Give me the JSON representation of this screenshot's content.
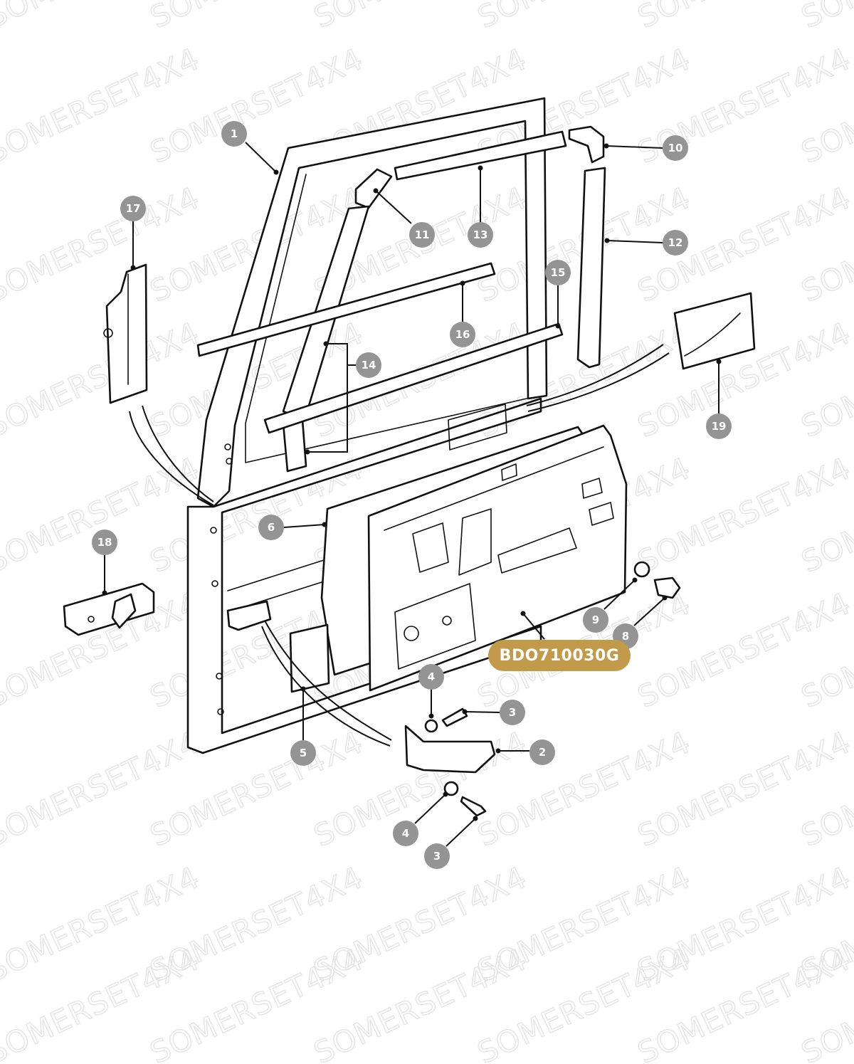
{
  "watermark": {
    "text": "SOMERSET4X4"
  },
  "reference": {
    "code": "BDO710030G",
    "color": "#c19a4a"
  },
  "callout_color": "#949494",
  "callouts": [
    {
      "id": "c1",
      "label": "1"
    },
    {
      "id": "c17",
      "label": "17"
    },
    {
      "id": "c11",
      "label": "11"
    },
    {
      "id": "c13",
      "label": "13"
    },
    {
      "id": "c10",
      "label": "10"
    },
    {
      "id": "c12",
      "label": "12"
    },
    {
      "id": "c15",
      "label": "15"
    },
    {
      "id": "c16",
      "label": "16"
    },
    {
      "id": "c14",
      "label": "14"
    },
    {
      "id": "c19",
      "label": "19"
    },
    {
      "id": "c6",
      "label": "6"
    },
    {
      "id": "c18",
      "label": "18"
    },
    {
      "id": "c9",
      "label": "9"
    },
    {
      "id": "c8",
      "label": "8"
    },
    {
      "id": "c4a",
      "label": "4"
    },
    {
      "id": "c3a",
      "label": "3"
    },
    {
      "id": "c2",
      "label": "2"
    },
    {
      "id": "c5",
      "label": "5"
    },
    {
      "id": "c4b",
      "label": "4"
    },
    {
      "id": "c3b",
      "label": "3"
    }
  ]
}
